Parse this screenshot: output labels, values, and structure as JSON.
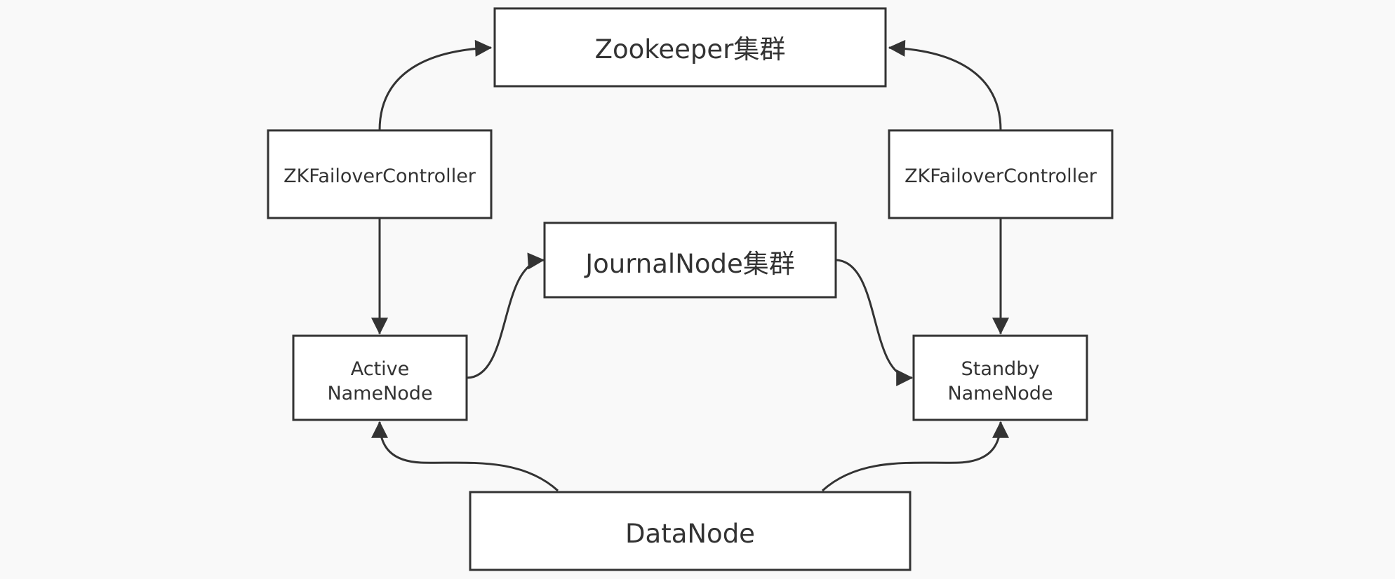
{
  "nodes": {
    "zookeeper": {
      "label": "Zookeeper集群"
    },
    "zkfc_left": {
      "label": "ZKFailoverController"
    },
    "zkfc_right": {
      "label": "ZKFailoverController"
    },
    "journalnode": {
      "label": "JournalNode集群"
    },
    "active_namenode": {
      "label_line1": "Active",
      "label_line2": "NameNode"
    },
    "standby_namenode": {
      "label_line1": "Standby",
      "label_line2": "NameNode"
    },
    "datanode": {
      "label": "DataNode"
    }
  },
  "edges": [
    {
      "from": "zkfc_left",
      "to": "zookeeper"
    },
    {
      "from": "zkfc_right",
      "to": "zookeeper"
    },
    {
      "from": "zkfc_left",
      "to": "active_namenode"
    },
    {
      "from": "zkfc_right",
      "to": "standby_namenode"
    },
    {
      "from": "active_namenode",
      "to": "journalnode"
    },
    {
      "from": "journalnode",
      "to": "standby_namenode"
    },
    {
      "from": "datanode",
      "to": "active_namenode"
    },
    {
      "from": "datanode",
      "to": "standby_namenode"
    }
  ],
  "colors": {
    "background": "#f9f9f9",
    "box_fill": "#ffffff",
    "stroke": "#333333",
    "text": "#333333"
  }
}
